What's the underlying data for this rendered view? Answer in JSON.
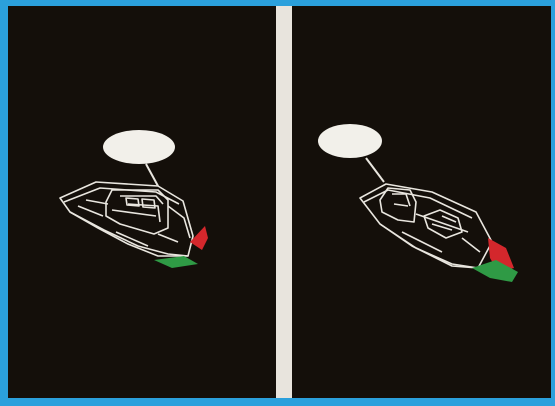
{
  "colors": {
    "frame": "#2ba0dc",
    "panel_background": "#140f0a",
    "divider": "#e8e4dd",
    "masthead_light": "#f2f0ea",
    "boat_outline": "#e9e6df",
    "port_light": "#d4272c",
    "starboard_light": "#2f9a45"
  },
  "panels": [
    {
      "id": "left",
      "view": "boat-bow-view",
      "lights": [
        "masthead-light",
        "port-sidelight",
        "starboard-sidelight"
      ]
    },
    {
      "id": "right",
      "view": "boat-bow-view-turned",
      "lights": [
        "masthead-light",
        "port-sidelight",
        "starboard-sidelight"
      ]
    }
  ]
}
